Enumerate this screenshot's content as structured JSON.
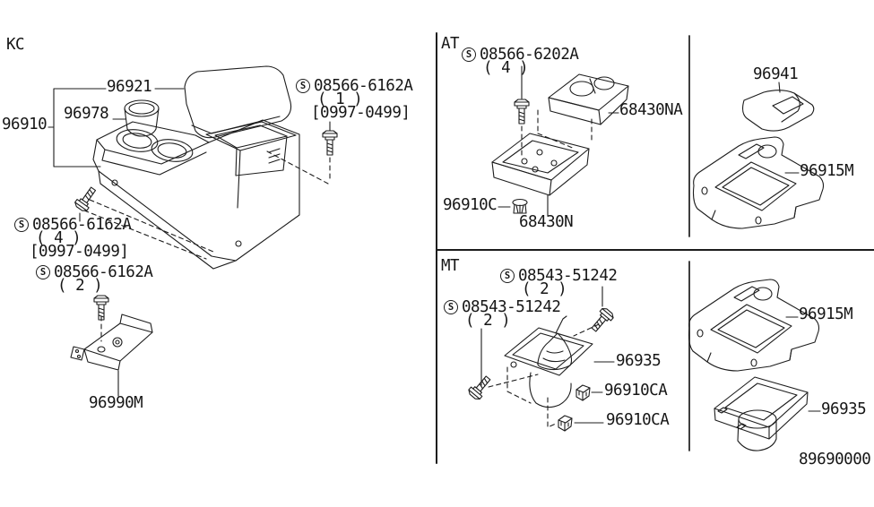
{
  "diagram": {
    "code": "89690000",
    "sections": {
      "kc": "KC",
      "at": "AT",
      "mt": "MT"
    }
  },
  "kc": {
    "parts": {
      "armrest": "96921",
      "cup_holder": "96978",
      "console_assy": "96910",
      "bracket": "96990M"
    },
    "screw_1": {
      "symbol": "S",
      "code": "08566-6162A",
      "qty": "( 1 )",
      "range": "[0997-0499]"
    },
    "screw_4": {
      "symbol": "S",
      "code": "08566-6162A",
      "qty": "( 4 )",
      "range": "[0997-0499]"
    },
    "screw_2": {
      "symbol": "S",
      "code": "08566-6162A",
      "qty": "( 2 )"
    }
  },
  "at": {
    "screw": {
      "symbol": "S",
      "code": "08566-6202A",
      "qty": "( 4 )"
    },
    "parts": {
      "cup_holder_insert": "68430NA",
      "clip": "96910C",
      "tray": "68430N",
      "console_lid": "96941",
      "console_finisher": "96915M"
    }
  },
  "mt": {
    "screw_top": {
      "symbol": "S",
      "code": "08543-51242",
      "qty": "( 2 )"
    },
    "screw_left": {
      "symbol": "S",
      "code": "08543-51242",
      "qty": "( 2 )"
    },
    "parts": {
      "boot_console": "96935",
      "clip_upper": "96910CA",
      "clip_lower": "96910CA",
      "console_finisher": "96915M",
      "rear_console": "96935"
    }
  }
}
